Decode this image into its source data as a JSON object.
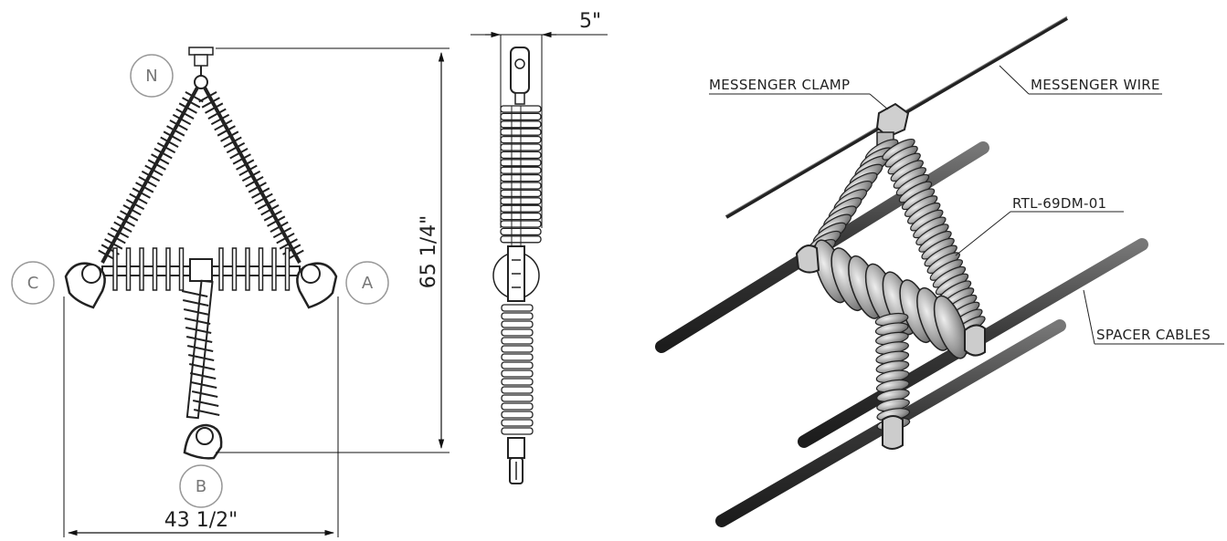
{
  "front_view": {
    "phase_labels": {
      "n": "N",
      "c": "C",
      "a": "A",
      "b": "B"
    },
    "height_dimension": "65 1/4\"",
    "width_dimension": "43 1/2\""
  },
  "side_view": {
    "width_dimension": "5\""
  },
  "isometric_view": {
    "callouts": {
      "messenger_clamp": "MESSENGER CLAMP",
      "messenger_wire": "MESSENGER WIRE",
      "model": "RTL-69DM-01",
      "spacer_cables": "SPACER CABLES"
    }
  }
}
